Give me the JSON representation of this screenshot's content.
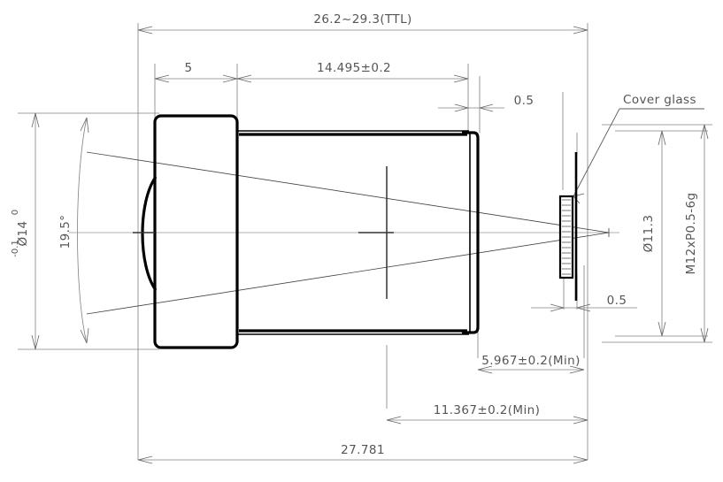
{
  "drawing": {
    "title": "Optical lens assembly cross-section drawing",
    "background_color": "#ffffff",
    "line_color": "#808080",
    "outline_color": "#000000",
    "text_color": "#555555"
  },
  "dimensions": {
    "total_track_length": "26.2~29.3(TTL)",
    "front_barrel_length": "5",
    "barrel_body_length": "14.495±0.2",
    "gap_top": "0.5",
    "gap_bottom": "0.5",
    "back_focal_min": "5.967±0.2(Min)",
    "flange_back_min": "11.367±0.2(Min)",
    "overall_length": "27.781",
    "front_diameter_main": "Ø14",
    "front_diameter_tol_upper": "0",
    "front_diameter_tol_lower": "-0.1",
    "field_angle": "19.5°",
    "image_circle_diameter": "Ø11.3",
    "thread_spec": "M12xP0.5-6g"
  },
  "labels": {
    "cover_glass": "Cover glass"
  },
  "components": {
    "front_barrel": "front-lens-barrel",
    "rear_barrel": "rear-lens-barrel",
    "front_element": "front-lens-element",
    "sensor": "image-sensor",
    "cover_glass": "cover-glass-plate",
    "optical_axis": "optical-axis-centerline"
  }
}
